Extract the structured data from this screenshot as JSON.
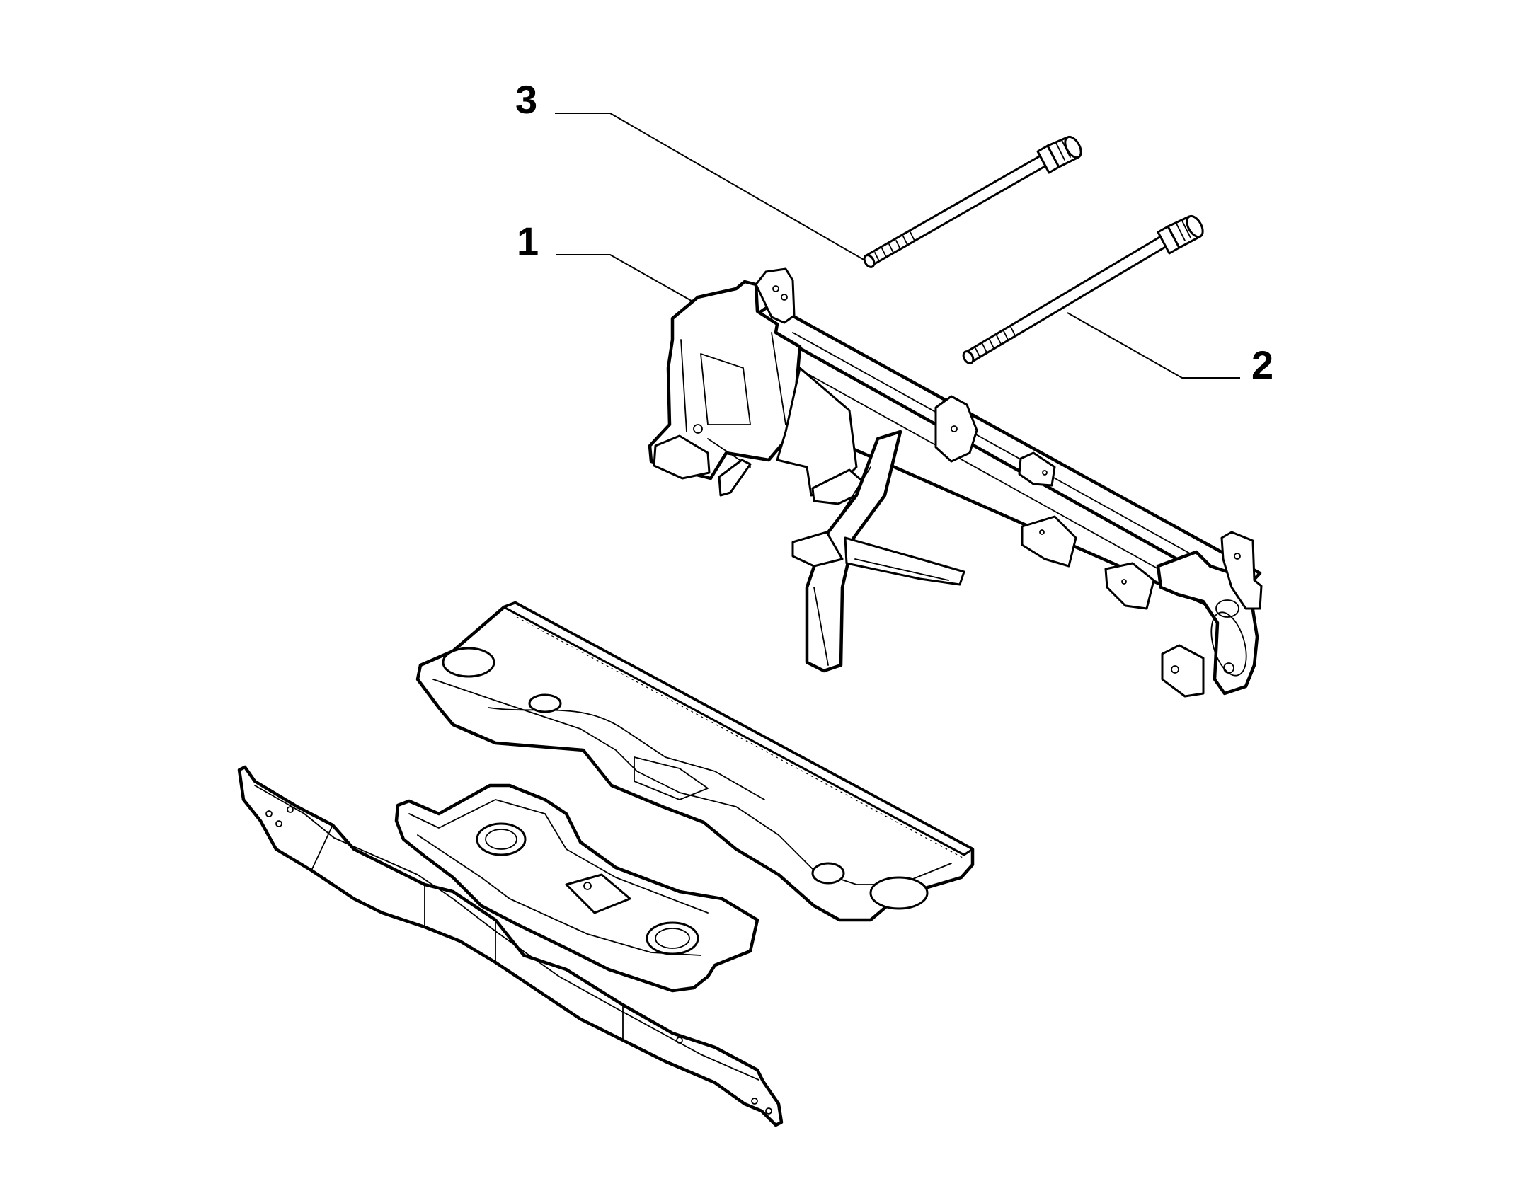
{
  "callouts": [
    {
      "id": "1",
      "label": "1",
      "part": "dashboard-crossmember"
    },
    {
      "id": "2",
      "label": "2",
      "part": "long-bolt"
    },
    {
      "id": "3",
      "label": "3",
      "part": "long-bolt"
    }
  ],
  "colors": {
    "line": "#000000",
    "background": "#ffffff"
  }
}
